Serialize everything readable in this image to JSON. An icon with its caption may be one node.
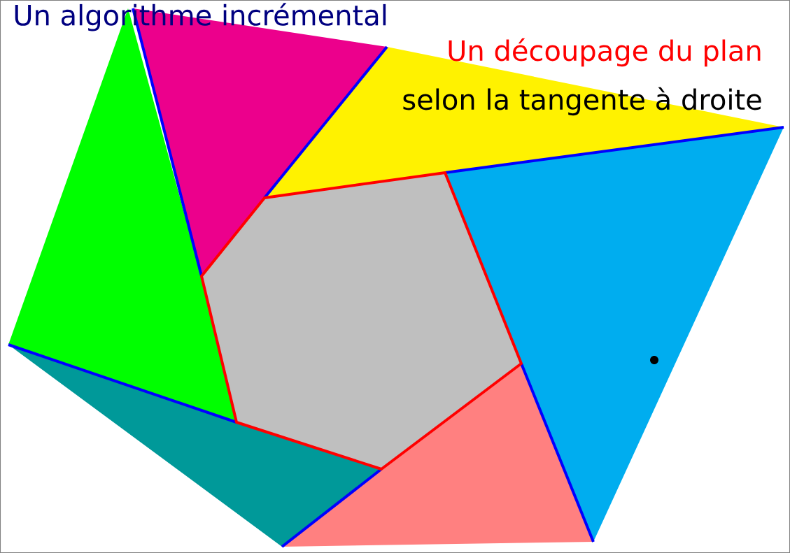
{
  "diagram": {
    "title": "Un algorithme incrémental",
    "labels": [
      "Un découpage du plan",
      "selon la tangente à droite"
    ]
  }
}
